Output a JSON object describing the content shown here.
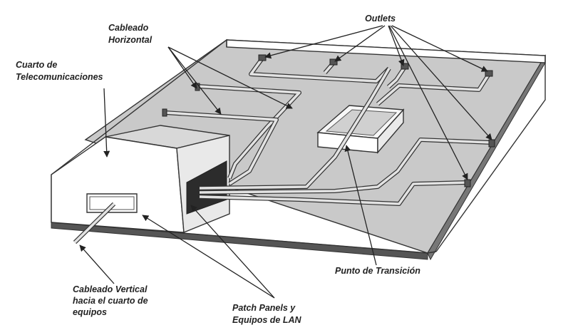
{
  "labels": {
    "outlets": "Outlets",
    "cableado_horizontal_1": "Cableado",
    "cableado_horizontal_2": "Horizontal",
    "cuarto_1": "Cuarto de",
    "cuarto_2": "Telecomunicaciones",
    "punto_transicion": "Punto de Transición",
    "vertical_1": "Cableado Vertical",
    "vertical_2": "hacia el cuarto de",
    "vertical_3": "equipos",
    "patch_1": "Patch Panels y",
    "patch_2": "Equipos de LAN"
  }
}
